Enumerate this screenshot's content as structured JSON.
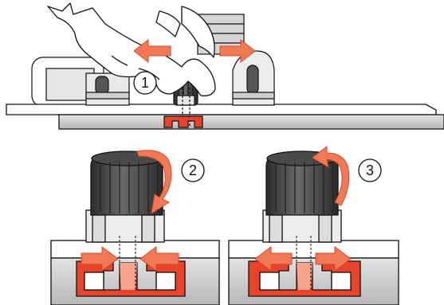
{
  "steps": [
    {
      "number": "1"
    },
    {
      "number": "2"
    },
    {
      "number": "3"
    }
  ],
  "colors": {
    "arrow_fill": "#f07a55",
    "arrow_stroke": "#d9472a",
    "clip_red": "#e8442b",
    "knob_dark": "#3a3a3a",
    "knob_mid": "#5a5a5a",
    "panel_gray": "#c9c9c9",
    "outline": "#111111"
  }
}
